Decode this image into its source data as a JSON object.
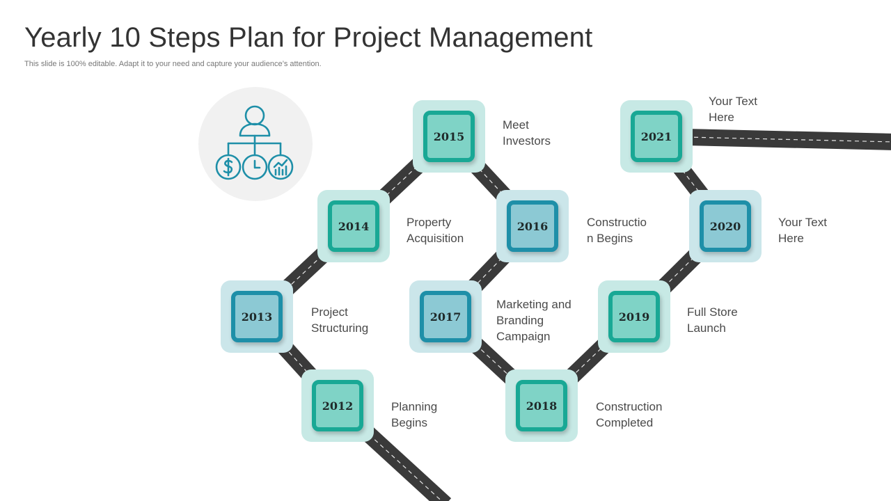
{
  "header": {
    "title": "Yearly 10 Steps Plan for Project Management",
    "subtitle": "This slide is 100% editable. Adapt it to your need and capture your audience’s attention."
  },
  "icon": {
    "name": "org-chart-icon"
  },
  "colors": {
    "road": "#3a3a3a",
    "road_dash": "#e8e8e8",
    "green_border": "#19a895",
    "green_fill": "#7fd3c6",
    "blue_border": "#1e8fa8",
    "blue_fill": "#8cc9d4",
    "icon_stroke": "#1e8fa8"
  },
  "steps": [
    {
      "year": "2012",
      "label_lines": [
        "Planning",
        "Begins"
      ]
    },
    {
      "year": "2013",
      "label_lines": [
        "Project",
        "Structuring"
      ]
    },
    {
      "year": "2014",
      "label_lines": [
        "Property",
        "Acquisition"
      ]
    },
    {
      "year": "2015",
      "label_lines": [
        "Meet",
        "Investors"
      ]
    },
    {
      "year": "2016",
      "label_lines": [
        "Constructio",
        "n Begins"
      ]
    },
    {
      "year": "2017",
      "label_lines": [
        "Marketing and",
        "Branding",
        "Campaign"
      ]
    },
    {
      "year": "2018",
      "label_lines": [
        "Construction",
        "Completed"
      ]
    },
    {
      "year": "2019",
      "label_lines": [
        "Full Store",
        "Launch"
      ]
    },
    {
      "year": "2020",
      "label_lines": [
        "Your Text",
        "Here"
      ]
    },
    {
      "year": "2021",
      "label_lines": [
        "Your Text",
        "Here"
      ]
    }
  ]
}
